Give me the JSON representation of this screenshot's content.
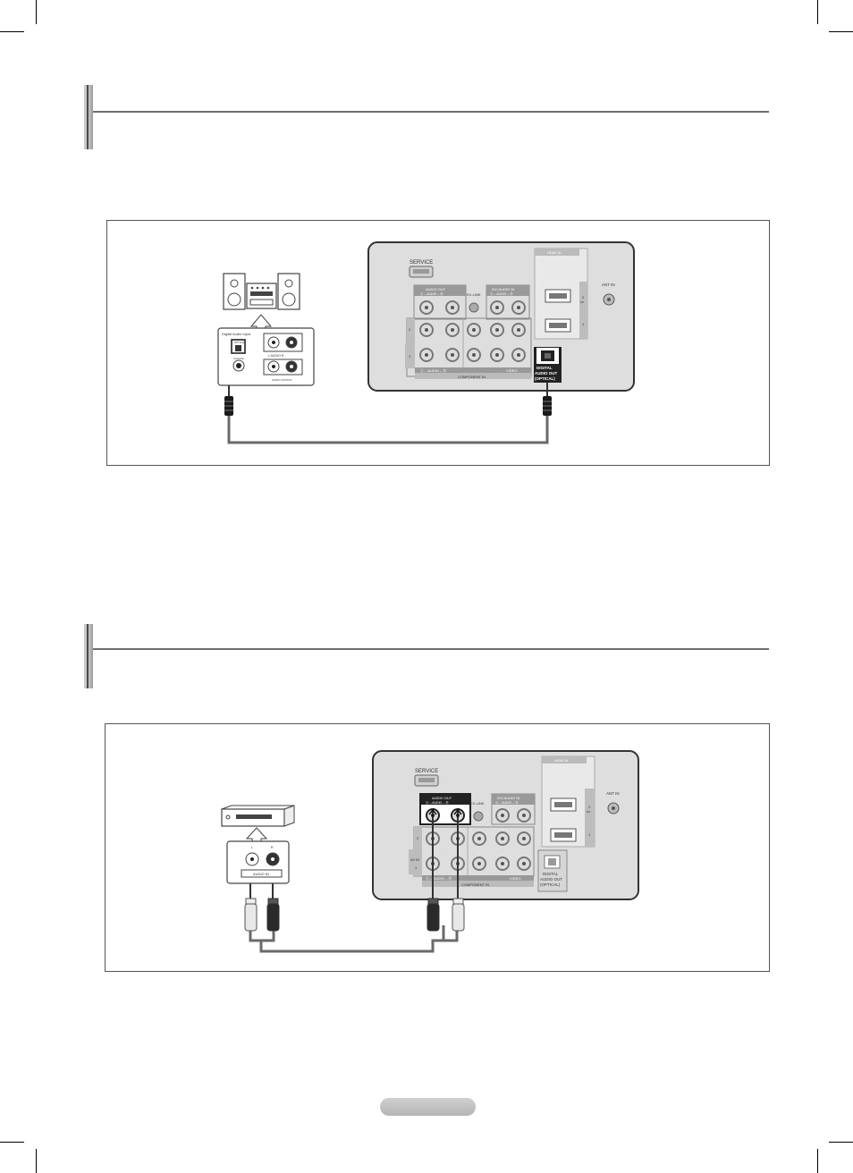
{
  "labels": {
    "service": "SERVICE",
    "hdmi_in": "HDMI IN",
    "ant_in": "ANT IN",
    "audio_out": "AUDIO OUT",
    "audio_out_sub": "Ⓛ – AUDIO – Ⓡ",
    "ex_link": "EX-LINK",
    "dvi_audio_in": "DVI AUDIO IN",
    "dvi_audio_in_sub": "Ⓛ – AUDIO – Ⓡ",
    "component_in": "COMPONENT IN",
    "component_audio": "Ⓛ – AUDIO – Ⓡ",
    "video": "VIDEO",
    "av_in": "AV IN",
    "digital_audio_out": [
      "DIGITAL",
      "AUDIO OUT",
      "(OPTICAL)"
    ],
    "hdmi_port_2": "2",
    "hdmi_port_2_sub": "DVI",
    "hdmi_port_1": "1",
    "row_2": "2",
    "row_1": "1",
    "digital_audio_input": "Digital Audio Input",
    "optical": "OPTICAL",
    "coaxial": "COAXIAL",
    "audio_output_lr": "L   AUDIO   R",
    "audio_output": "AUDIO OUTPUT",
    "audio_in": "AUDIO IN",
    "audio_in_l": "L",
    "audio_in_r": "R"
  },
  "colors": {
    "panel_fill": "#dedede",
    "cable": "#6a6a6a",
    "port_ring": "#7a7a7a"
  }
}
